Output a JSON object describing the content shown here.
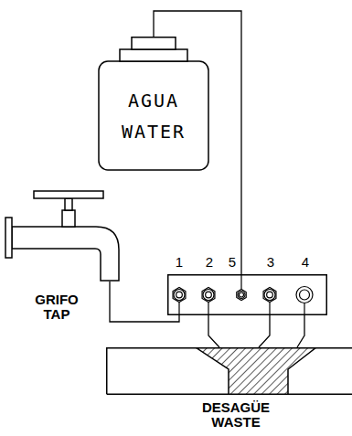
{
  "diagram": {
    "nodes": [
      {
        "text": [
          "AGUA WATER"
        ]
      },
      {
        "text": [
          "GRIFO TAP"
        ]
      },
      {
        "text": [
          "1",
          "2",
          "5",
          "3",
          "4"
        ]
      },
      {
        "text": [
          "DESAGÜE WASTE"
        ]
      }
    ],
    "edges": [
      {
        "from": 1,
        "to": 2,
        "arrow": "none"
      },
      {
        "from": 0,
        "to": 2,
        "arrow": "none"
      },
      {
        "from": 2,
        "to": 3,
        "arrow": "none"
      },
      {
        "from": 2,
        "to": 3,
        "arrow": "none"
      },
      {
        "from": 2,
        "to": 3,
        "arrow": "none"
      }
    ]
  }
}
